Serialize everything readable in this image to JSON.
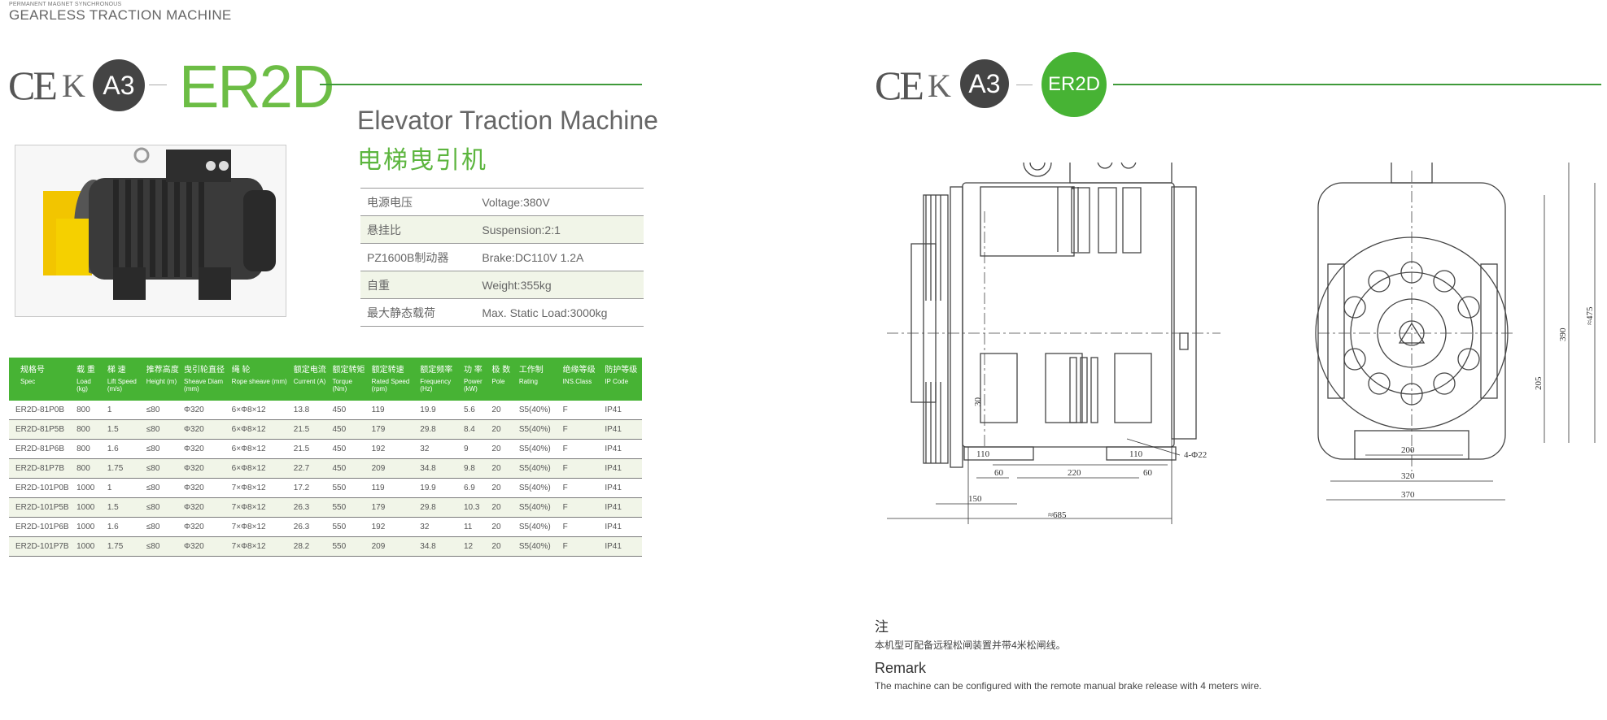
{
  "header": {
    "subtitle": "PERMANENT MAGNET SYNCHRONOUS",
    "title": "GEARLESS TRACTION MACHINE"
  },
  "certs": {
    "ce": "CE",
    "kc": "K",
    "a3": "A3"
  },
  "product": {
    "name": "ER2D",
    "title_en": "Elevator Traction Machine",
    "title_cn": "电梯曳引机"
  },
  "spec_rows": [
    {
      "label": "电源电压",
      "value": "Voltage:380V"
    },
    {
      "label": "悬挂比",
      "value": "Suspension:2:1"
    },
    {
      "label": "PZ1600B制动器",
      "value": "Brake:DC110V 1.2A"
    },
    {
      "label": "自重",
      "value": "Weight:355kg"
    },
    {
      "label": "最大静态载荷",
      "value": "Max. Static Load:3000kg"
    }
  ],
  "param_table": {
    "headers": [
      {
        "cn": "规格号",
        "en": "Spec"
      },
      {
        "cn": "载 重",
        "en": "Load (kg)"
      },
      {
        "cn": "梯 速",
        "en": "Lift Speed (m/s)"
      },
      {
        "cn": "推荐高度",
        "en": "Height (m)"
      },
      {
        "cn": "曳引轮直径",
        "en": "Sheave Diam (mm)"
      },
      {
        "cn": "绳 轮",
        "en": "Rope sheave (mm)"
      },
      {
        "cn": "额定电流",
        "en": "Current (A)"
      },
      {
        "cn": "额定转矩",
        "en": "Torque (Nm)"
      },
      {
        "cn": "额定转速",
        "en": "Rated Speed (rpm)"
      },
      {
        "cn": "额定频率",
        "en": "Frequency (Hz)"
      },
      {
        "cn": "功 率",
        "en": "Power (kW)"
      },
      {
        "cn": "极 数",
        "en": "Pole"
      },
      {
        "cn": "工作制",
        "en": "Rating"
      },
      {
        "cn": "绝缘等级",
        "en": "INS.Class"
      },
      {
        "cn": "防护等级",
        "en": "IP Code"
      }
    ],
    "rows": [
      [
        "ER2D-81P0B",
        "800",
        "1",
        "≤80",
        "Φ320",
        "6×Φ8×12",
        "13.8",
        "450",
        "119",
        "19.9",
        "5.6",
        "20",
        "S5(40%)",
        "F",
        "IP41"
      ],
      [
        "ER2D-81P5B",
        "800",
        "1.5",
        "≤80",
        "Φ320",
        "6×Φ8×12",
        "21.5",
        "450",
        "179",
        "29.8",
        "8.4",
        "20",
        "S5(40%)",
        "F",
        "IP41"
      ],
      [
        "ER2D-81P6B",
        "800",
        "1.6",
        "≤80",
        "Φ320",
        "6×Φ8×12",
        "21.5",
        "450",
        "192",
        "32",
        "9",
        "20",
        "S5(40%)",
        "F",
        "IP41"
      ],
      [
        "ER2D-81P7B",
        "800",
        "1.75",
        "≤80",
        "Φ320",
        "6×Φ8×12",
        "22.7",
        "450",
        "209",
        "34.8",
        "9.8",
        "20",
        "S5(40%)",
        "F",
        "IP41"
      ],
      [
        "ER2D-101P0B",
        "1000",
        "1",
        "≤80",
        "Φ320",
        "7×Φ8×12",
        "17.2",
        "550",
        "119",
        "19.9",
        "6.9",
        "20",
        "S5(40%)",
        "F",
        "IP41"
      ],
      [
        "ER2D-101P5B",
        "1000",
        "1.5",
        "≤80",
        "Φ320",
        "7×Φ8×12",
        "26.3",
        "550",
        "179",
        "29.8",
        "10.3",
        "20",
        "S5(40%)",
        "F",
        "IP41"
      ],
      [
        "ER2D-101P6B",
        "1000",
        "1.6",
        "≤80",
        "Φ320",
        "7×Φ8×12",
        "26.3",
        "550",
        "192",
        "32",
        "11",
        "20",
        "S5(40%)",
        "F",
        "IP41"
      ],
      [
        "ER2D-101P7B",
        "1000",
        "1.75",
        "≤80",
        "Φ320",
        "7×Φ8×12",
        "28.2",
        "550",
        "209",
        "34.8",
        "12",
        "20",
        "S5(40%)",
        "F",
        "IP41"
      ]
    ]
  },
  "drawing": {
    "dims": {
      "d30": "30",
      "d110a": "110",
      "d110b": "110",
      "d60a": "60",
      "d220": "220",
      "d60b": "60",
      "d150": "150",
      "d685": "≈685",
      "d4phi22": "4-Φ22",
      "d200": "200",
      "d320": "320",
      "d370": "370",
      "d205": "205",
      "d390": "390",
      "d475": "≈475"
    }
  },
  "notes": {
    "cn_heading": "注",
    "cn_text": "本机型可配备远程松闸装置并带4米松闸线。",
    "en_heading": "Remark",
    "en_text": "The machine can be configured with the remote manual brake release with 4 meters wire."
  },
  "colors": {
    "accent_green": "#47b334",
    "title_green": "#6cbd45",
    "dark_circle": "#444444"
  }
}
